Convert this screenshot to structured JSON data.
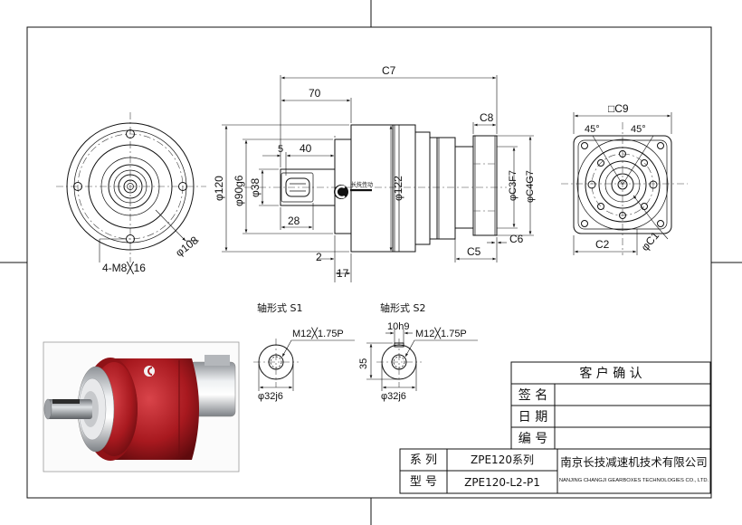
{
  "dimensions": {
    "c7": "C7",
    "d70": "70",
    "c8": "C8",
    "d5": "5",
    "d40": "40",
    "phi120": "φ120",
    "phi90g6": "φ90g6",
    "phi38": "φ38",
    "d28": "28",
    "phi122": "φ122",
    "c3f7": "φC3F7",
    "c4g7": "φC4G7",
    "c5": "C5",
    "c6": "C6",
    "d2": "2",
    "d17": "17",
    "c9": "□C9",
    "a45_left": "45°",
    "a45_right": "45°",
    "c2": "C2",
    "c1": "φC1",
    "phi108": "φ108",
    "holes": "4-M8╳16"
  },
  "shafts": {
    "s1": {
      "title": "轴形式 S1",
      "thread": "M12╳1.75P",
      "diameter": "φ32j6"
    },
    "s2": {
      "title": "轴形式 S2",
      "key": "10h9",
      "thread": "M12╳1.75P",
      "height": "35",
      "diameter": "φ32j6"
    }
  },
  "title_block": {
    "confirm_header": "客 户 确 认",
    "rows": [
      "签 名",
      "日 期",
      "编 号"
    ],
    "series_label": "系 列",
    "series_value": "ZPE120系列",
    "model_label": "型 号",
    "model_value": "ZPE120-L2-P1",
    "company": "南京长技减速机技术有限公司",
    "company_en": "NANJING CHANGJI GEARBOXES TECHNOLOGIES CO., LTD."
  },
  "logo": {
    "brand": "长技传动",
    "icon": "changji-logo-icon"
  },
  "colors": {
    "housing": "#b21d24",
    "housing_dark": "#7d1015",
    "metal": "#c9ccd1"
  }
}
